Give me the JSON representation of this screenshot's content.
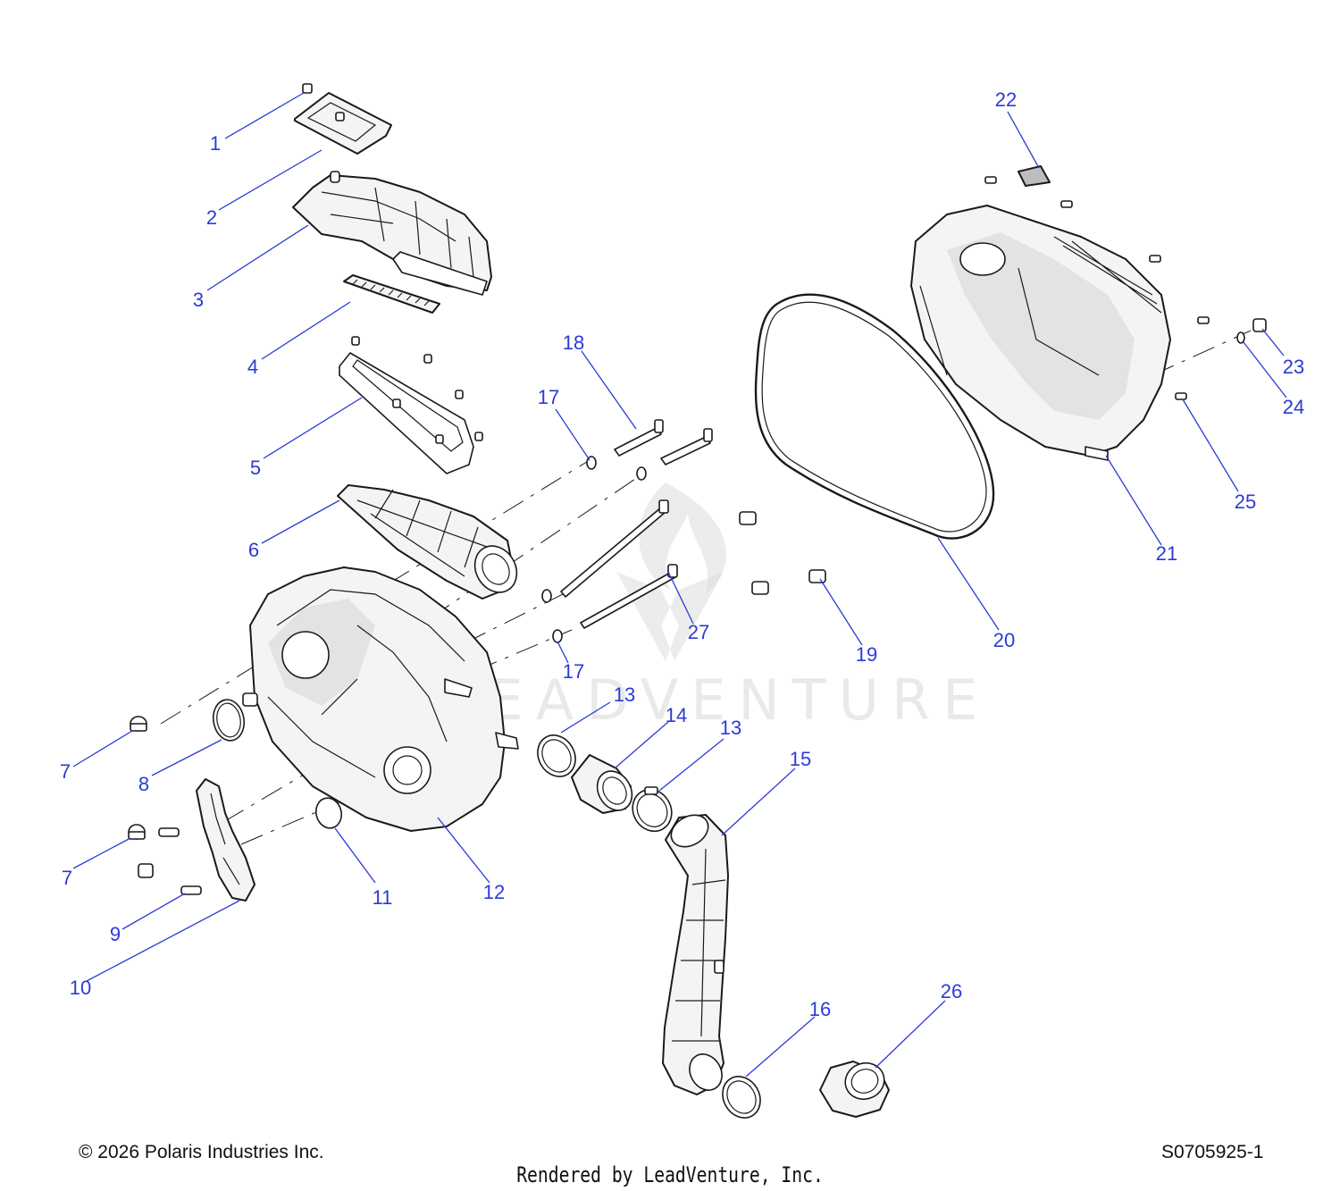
{
  "footer": {
    "copyright": "© 2026 Polaris Industries Inc.",
    "diagram_code": "S0705925-1",
    "rendered_by": "Rendered by LeadVenture, Inc."
  },
  "watermark": {
    "text": "LEADVENTURE",
    "icon": "leadventure-logo-icon"
  },
  "colors": {
    "callout": "#2a3bd6",
    "line": "#1a1a1a",
    "watermark": "#d8d8d8"
  },
  "callouts": [
    {
      "label": "1"
    },
    {
      "label": "2"
    },
    {
      "label": "3"
    },
    {
      "label": "4"
    },
    {
      "label": "5"
    },
    {
      "label": "6"
    },
    {
      "label": "7"
    },
    {
      "label": "8"
    },
    {
      "label": "7"
    },
    {
      "label": "9"
    },
    {
      "label": "10"
    },
    {
      "label": "11"
    },
    {
      "label": "12"
    },
    {
      "label": "13"
    },
    {
      "label": "14"
    },
    {
      "label": "13"
    },
    {
      "label": "15"
    },
    {
      "label": "16"
    },
    {
      "label": "26"
    },
    {
      "label": "17"
    },
    {
      "label": "18"
    },
    {
      "label": "17"
    },
    {
      "label": "27"
    },
    {
      "label": "19"
    },
    {
      "label": "20"
    },
    {
      "label": "21"
    },
    {
      "label": "22"
    },
    {
      "label": "23"
    },
    {
      "label": "24"
    },
    {
      "label": "25"
    }
  ]
}
